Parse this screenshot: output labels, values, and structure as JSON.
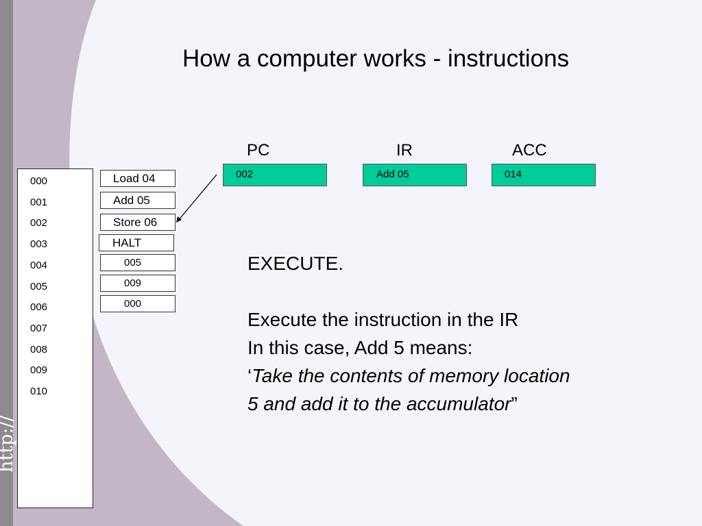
{
  "slide": {
    "title": "How a computer works - instructions",
    "sidebar_watermark": "http://"
  },
  "registers": [
    {
      "label": "PC",
      "value": "002"
    },
    {
      "label": "IR",
      "value": "Add 05"
    },
    {
      "label": "ACC",
      "value": "014"
    }
  ],
  "memory": {
    "addresses": [
      "000",
      "001",
      "002",
      "003",
      "004",
      "005",
      "006",
      "007",
      "008",
      "009",
      "010"
    ],
    "cells": [
      "Load 04",
      "Add 05",
      "Store 06",
      "HALT",
      "005",
      "009",
      "000"
    ]
  },
  "explanation": {
    "heading": "EXECUTE.",
    "line1": "Execute the instruction in the IR",
    "line2": "In this case, Add 5  means:",
    "quote_open": "‘",
    "quote_line1": "Take the contents of memory location",
    "quote_line2": "5 and add it to the accumulator",
    "quote_close": "”"
  },
  "colors": {
    "register_fill": "#00cc99",
    "sidebar_stripe": "#8c8c8c",
    "sidebar_band": "#c3b7c7",
    "background": "#f4f5fa"
  }
}
